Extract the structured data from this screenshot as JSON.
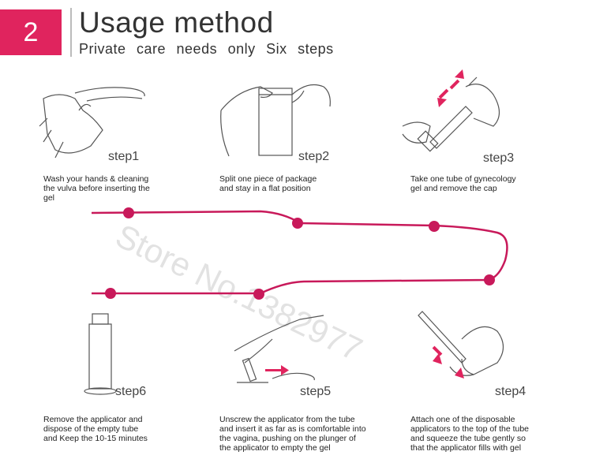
{
  "header": {
    "number": "2",
    "title": "Usage method",
    "subtitle": "Private care needs only Six steps"
  },
  "watermark": "Store No.1382977",
  "steps": [
    {
      "label": "step1",
      "text": "Wash your hands & cleaning the vulva before inserting the gel"
    },
    {
      "label": "step2",
      "text": "Split one piece of package and stay in a flat position"
    },
    {
      "label": "step3",
      "text": "Take one tube of gynecology gel and remove the cap"
    },
    {
      "label": "step4",
      "text": "Attach one of the disposable applicators to the top of the tube and squeeze the tube gently so that the applicator fills with gel"
    },
    {
      "label": "step5",
      "text": "Unscrew the applicator from the tube and insert it as far as is comfortable into the vagina, pushing on the plunger of the applicator to empty the gel"
    },
    {
      "label": "step6",
      "text": "Remove the applicator and dispose of the empty tube and Keep the 10-15 minutes"
    }
  ],
  "colors": {
    "accent": "#e0245e",
    "line": "#c8195a"
  }
}
